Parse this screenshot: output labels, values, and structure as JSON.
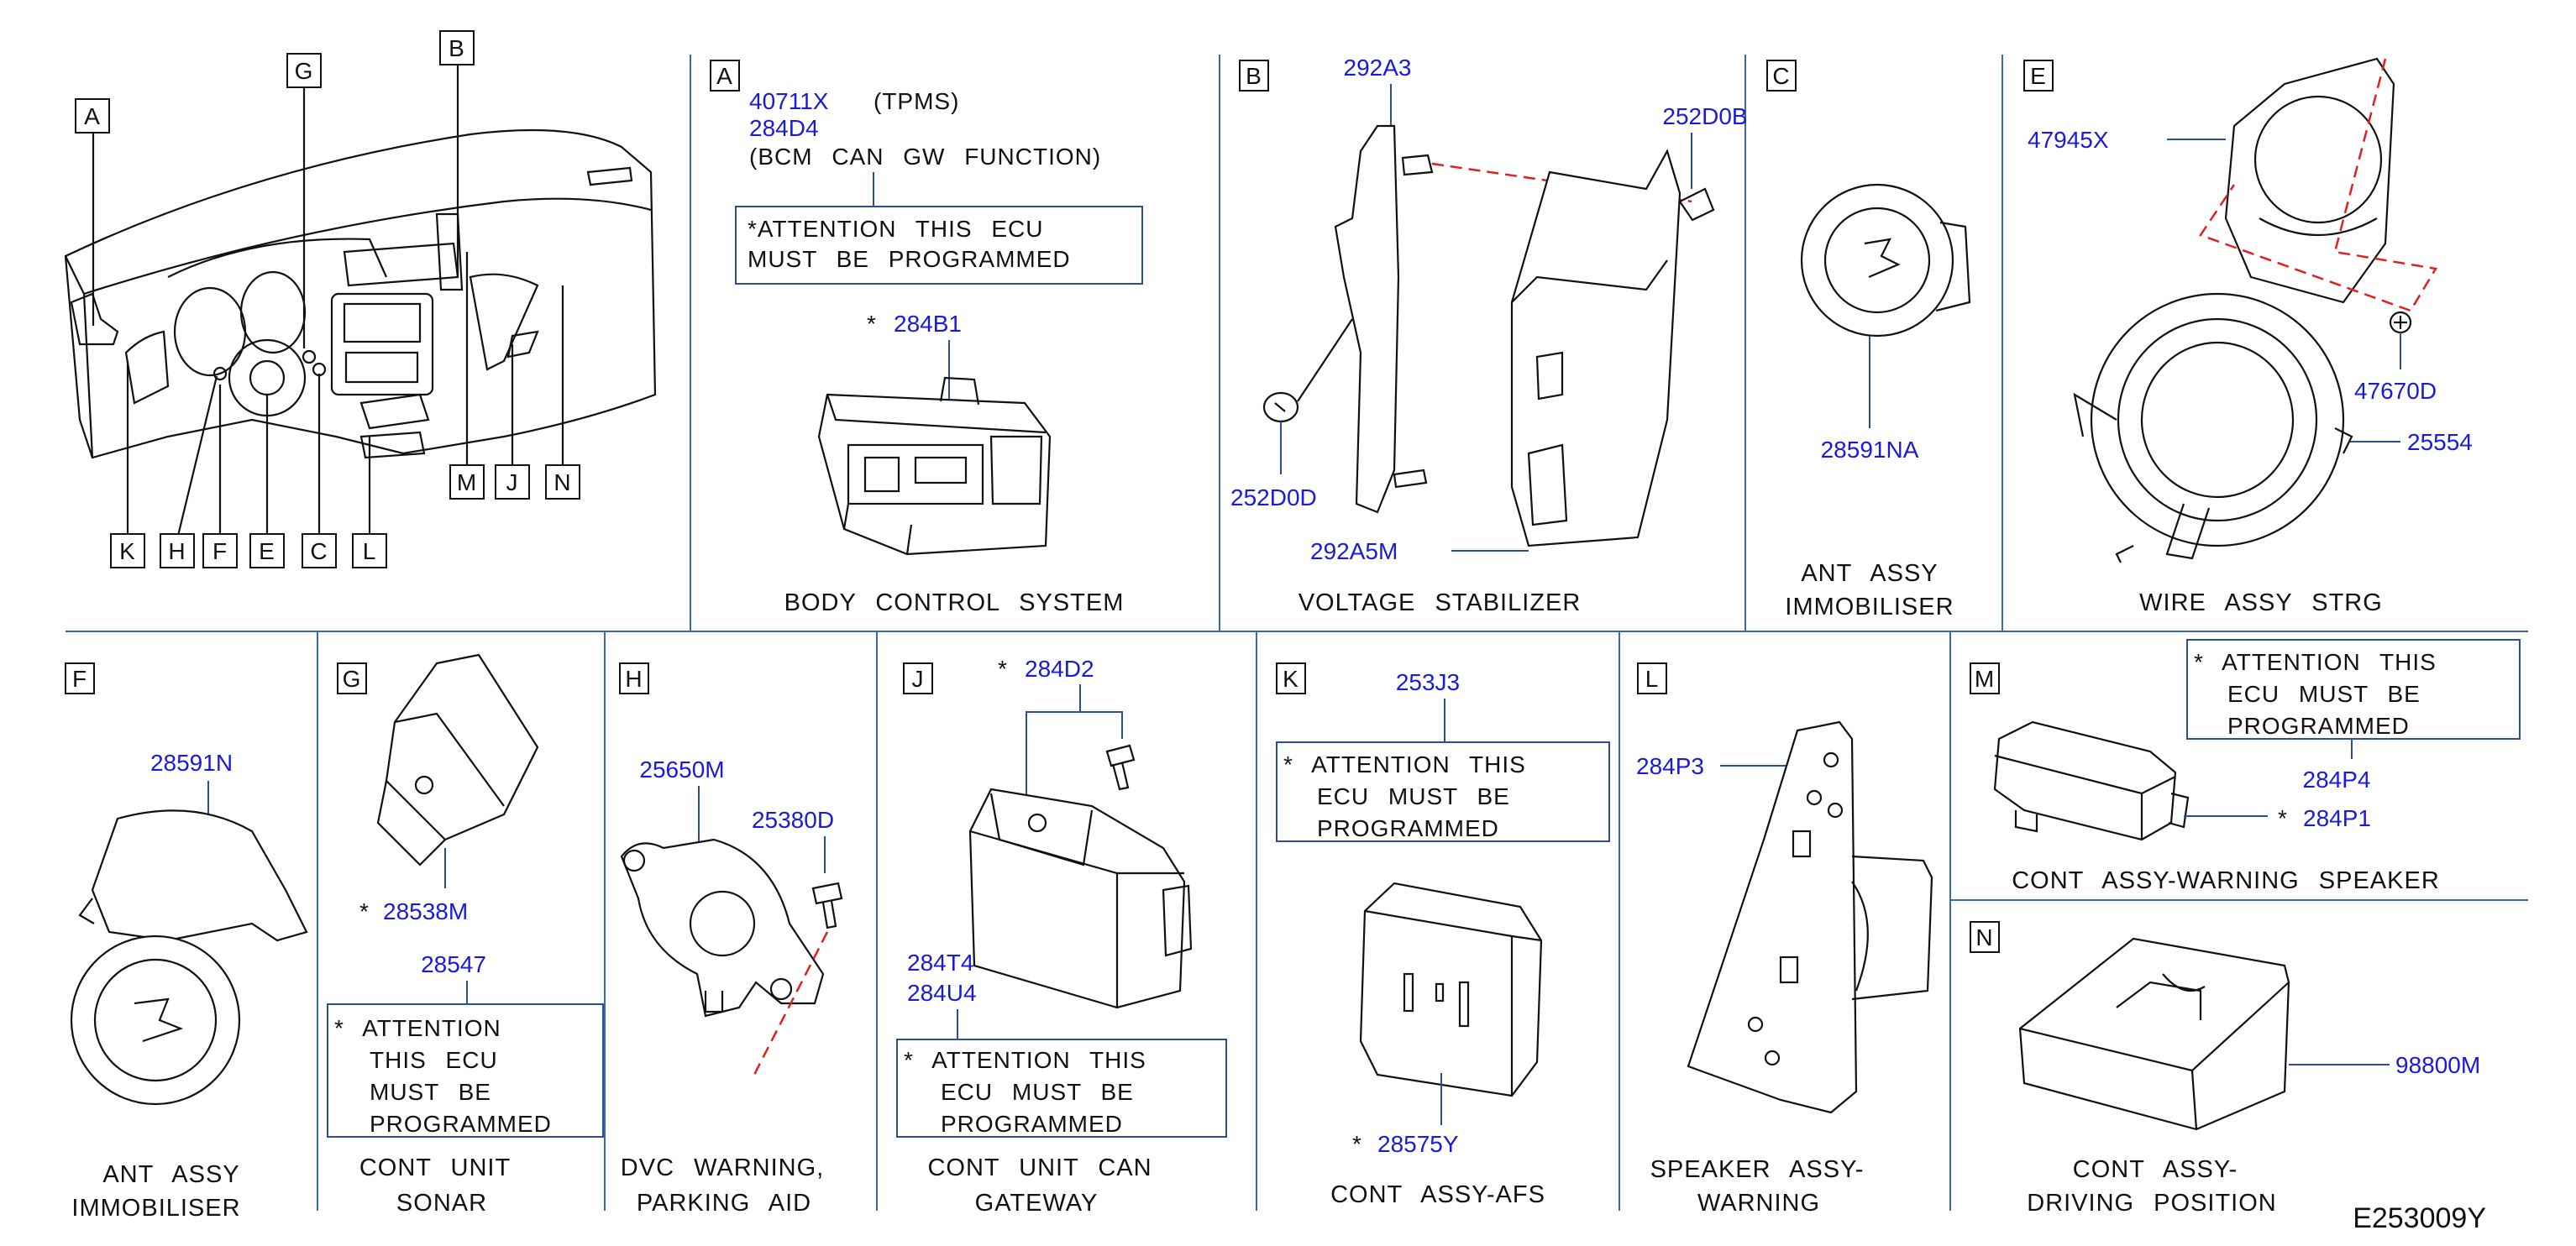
{
  "overview": {
    "callouts": [
      "A",
      "B",
      "G",
      "K",
      "H",
      "F",
      "E",
      "C",
      "L",
      "M",
      "J",
      "N"
    ]
  },
  "sections": {
    "A": {
      "letter": "A",
      "p1": "40711X",
      "p1_note": "(TPMS)",
      "p2": "284D4",
      "p2_note": "(BCM CAN GW FUNCTION)",
      "attention": [
        "*ATTENTION THIS ECU",
        "MUST BE PROGRAMMED"
      ],
      "p3_star": "*",
      "p3": "284B1",
      "title": "BODY CONTROL SYSTEM"
    },
    "B": {
      "letter": "B",
      "p1": "292A3",
      "p2": "252D0B",
      "p3": "252D0D",
      "p4": "292A5M",
      "title": "VOLTAGE STABILIZER"
    },
    "C": {
      "letter": "C",
      "p1": "28591NA",
      "title": [
        "ANT ASSY",
        "IMMOBILISER"
      ]
    },
    "E": {
      "letter": "E",
      "p1": "47945X",
      "p2": "47670D",
      "p3": "25554",
      "title": "WIRE ASSY STRG"
    },
    "F": {
      "letter": "F",
      "p1": "28591N",
      "title": [
        "ANT ASSY",
        "IMMOBILISER"
      ]
    },
    "G": {
      "letter": "G",
      "p1_star": "*",
      "p1": "28538M",
      "p2": "28547",
      "attention": [
        "*  ATTENTION",
        "THIS ECU",
        "MUST BE",
        "PROGRAMMED"
      ],
      "title": [
        "CONT UNIT",
        "SONAR"
      ]
    },
    "H": {
      "letter": "H",
      "p1": "25650M",
      "p2": "25380D",
      "title": [
        "DVC WARNING,",
        "PARKING AID"
      ]
    },
    "J": {
      "letter": "J",
      "p1_star": "*",
      "p1": "284D2",
      "p2": "284T4",
      "p3": "284U4",
      "attention": [
        "*  ATTENTION THIS",
        "ECU MUST BE",
        "PROGRAMMED"
      ],
      "title": [
        "CONT UNIT CAN",
        "GATEWAY"
      ]
    },
    "K": {
      "letter": "K",
      "p1": "253J3",
      "attention": [
        "*  ATTENTION THIS",
        "ECU MUST BE",
        "PROGRAMMED"
      ],
      "p2_star": "*",
      "p2": "28575Y",
      "title": "CONT ASSY-AFS"
    },
    "L": {
      "letter": "L",
      "p1": "284P3",
      "title": [
        "SPEAKER ASSY-",
        "WARNING"
      ]
    },
    "M": {
      "letter": "M",
      "attention": [
        "*  ATTENTION THIS",
        "ECU MUST BE",
        "PROGRAMMED"
      ],
      "p1": "284P4",
      "p2_star": "*",
      "p2": "284P1",
      "title": "CONT ASSY-WARNING SPEAKER"
    },
    "N": {
      "letter": "N",
      "p1": "98800M",
      "title": [
        "CONT ASSY-",
        "DRIVING POSITION"
      ]
    }
  },
  "reference": "E253009Y"
}
